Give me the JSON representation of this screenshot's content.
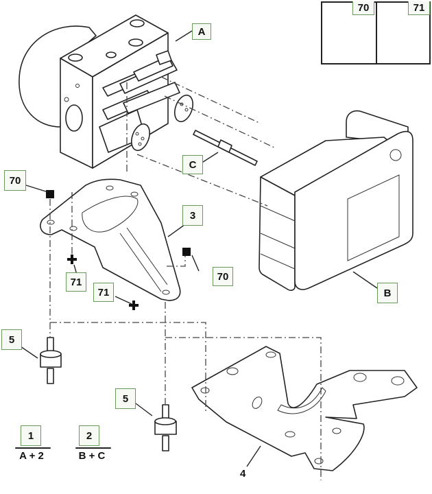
{
  "diagram": {
    "title": "ABS hydraulic unit exploded parts diagram",
    "colors": {
      "callout_border": "#6a9a5a",
      "callout_fill": "#f7f9f5",
      "line": "#222222"
    },
    "callouts": {
      "A": "A",
      "B": "B",
      "C": "C",
      "part_3": "3",
      "part_4": "4",
      "part_5_left": "5",
      "part_5_right": "5",
      "part_70_left": "70",
      "part_70_right": "70",
      "part_71_left": "71",
      "part_71_mid": "71"
    },
    "legend": {
      "items": [
        {
          "number": "70",
          "icon": "flange-nut-icon"
        },
        {
          "number": "71",
          "icon": "bolt-icon"
        }
      ]
    },
    "assemblies": [
      {
        "number": "1",
        "formula": "A + 2"
      },
      {
        "number": "2",
        "formula": "B + C"
      }
    ]
  }
}
